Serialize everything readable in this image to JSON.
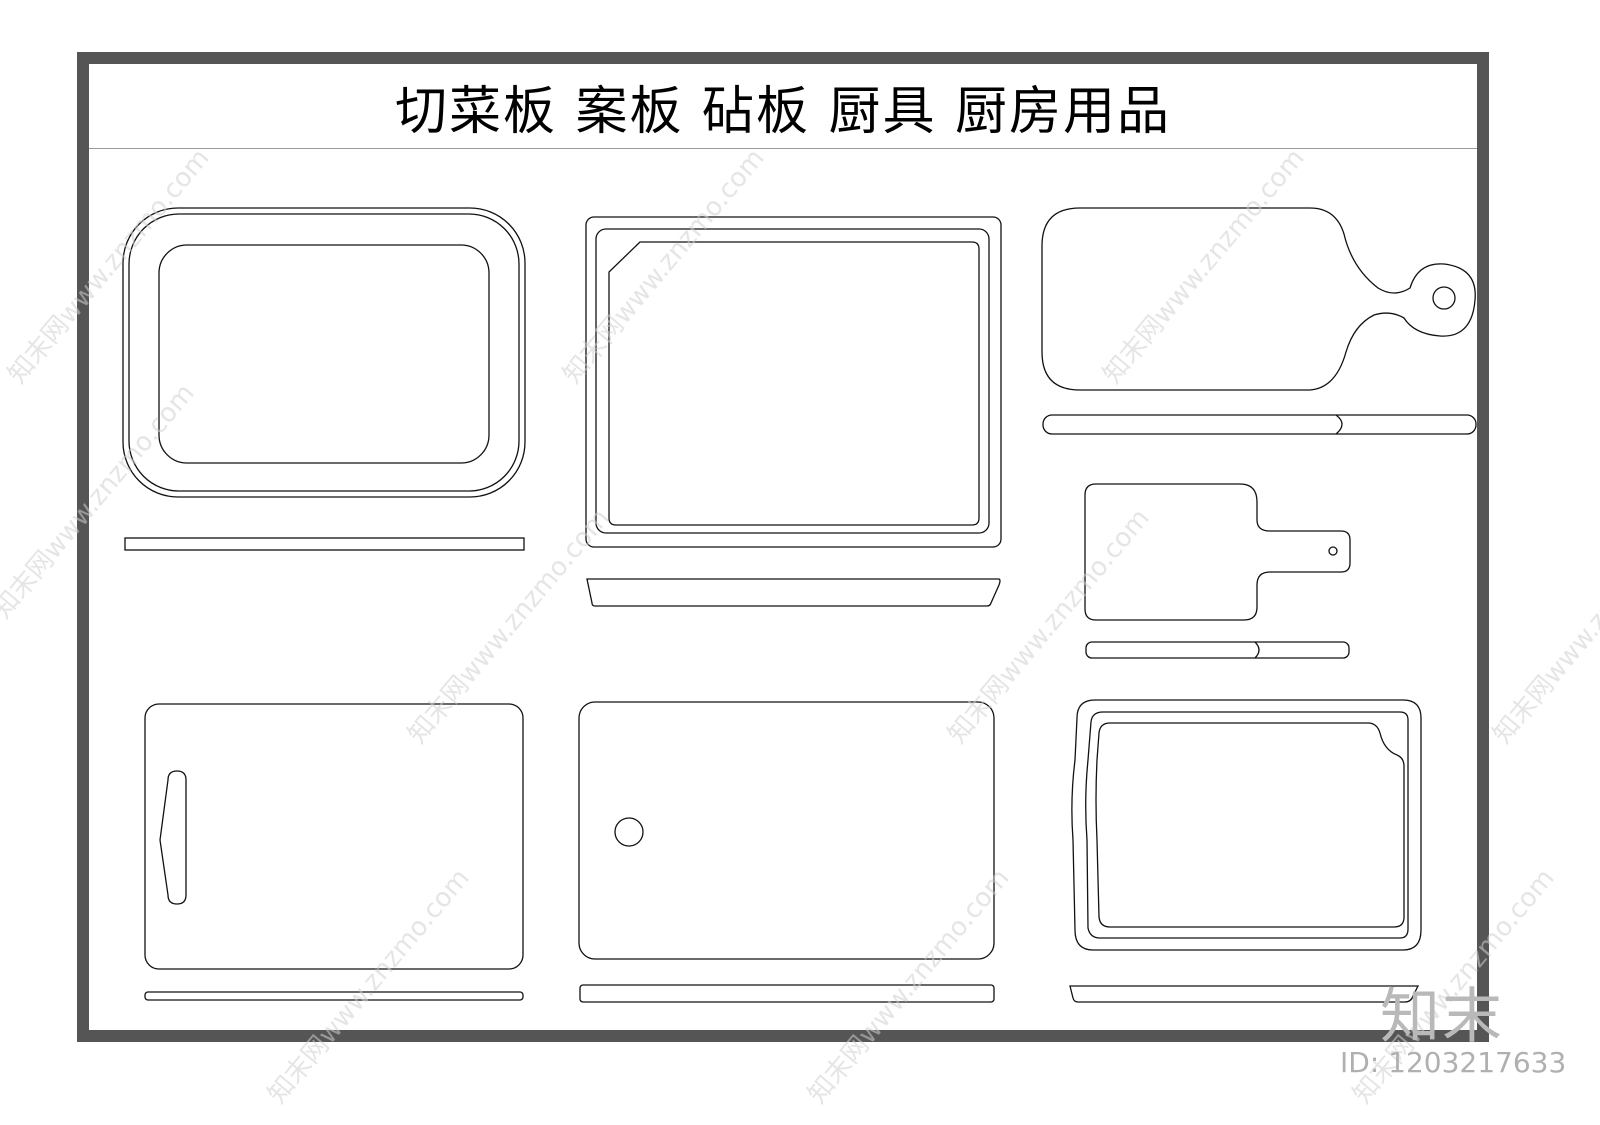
{
  "title": "切菜板  案板  砧板  厨具  厨房用品",
  "watermark": {
    "text": "知末网www.znzmo.com",
    "logo": "知末",
    "id_label": "ID: 1203217633"
  },
  "colors": {
    "frame": "#555555",
    "line": "#111111",
    "watermark": "#cfcfcf"
  }
}
